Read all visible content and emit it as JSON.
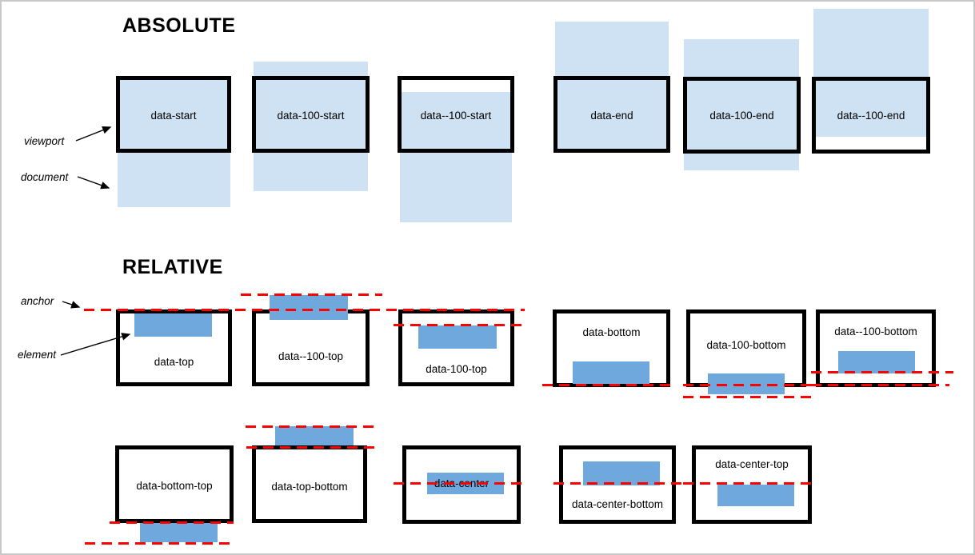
{
  "colors": {
    "document_fill": "#cfe2f3",
    "element_fill": "#6fa8dc",
    "anchor_line": "#ff0000",
    "box_border": "#000000",
    "page_border": "#c8c8c8"
  },
  "absolute": {
    "title": "ABSOLUTE",
    "viewport_label": "viewport",
    "document_label": "document",
    "boxes": [
      {
        "label": "data-start"
      },
      {
        "label": "data-100-start"
      },
      {
        "label": "data--100-start"
      },
      {
        "label": "data-end"
      },
      {
        "label": "data-100-end"
      },
      {
        "label": "data--100-end"
      }
    ]
  },
  "relative": {
    "title": "RELATIVE",
    "anchor_label": "anchor",
    "element_label": "element",
    "boxes": [
      {
        "label": "data-top"
      },
      {
        "label": "data--100-top"
      },
      {
        "label": "data-100-top"
      },
      {
        "label": "data-bottom"
      },
      {
        "label": "data-100-bottom"
      },
      {
        "label": "data--100-bottom"
      },
      {
        "label": "data-bottom-top"
      },
      {
        "label": "data-top-bottom"
      },
      {
        "label": "data-center"
      },
      {
        "label": "data-center-bottom"
      },
      {
        "label": "data-center-top"
      }
    ]
  }
}
